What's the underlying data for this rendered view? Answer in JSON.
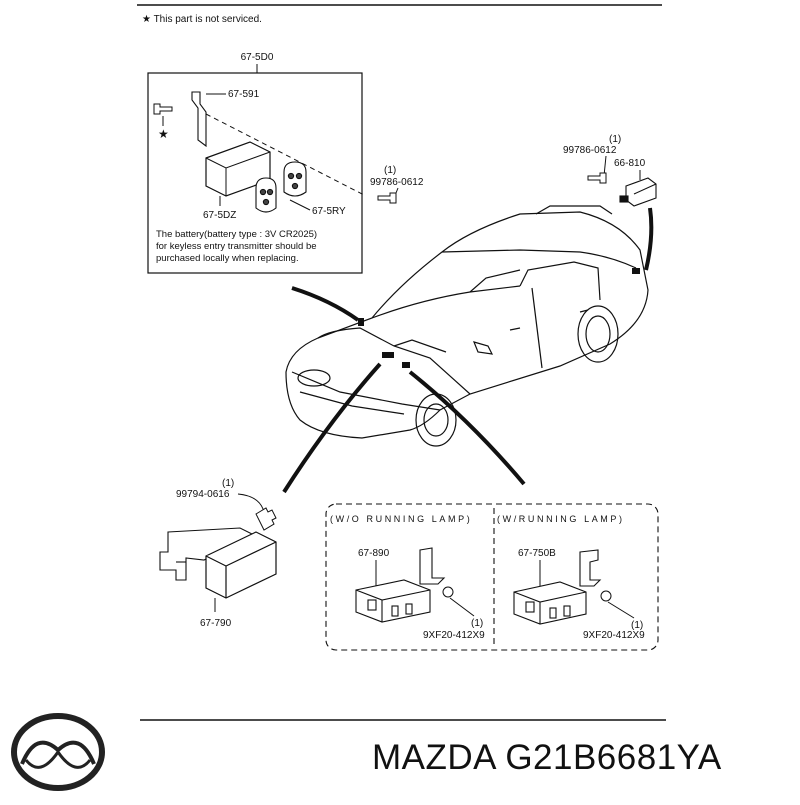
{
  "header": {
    "note": "★ This part is not serviced."
  },
  "keyless_box": {
    "title": "67-5D0",
    "parts": {
      "bracket": "67-591",
      "unit": "67-5DZ",
      "transmitter": "67-5RY",
      "bolt": "99786-0612",
      "bolt_qty": "(1)"
    },
    "note_lines": [
      "The battery(battery type : 3V CR2025)",
      "for keyless entry transmitter should be",
      "purchased locally when replacing."
    ]
  },
  "rear_relay": {
    "bolt": "99786-0612",
    "bolt_qty": "(1)",
    "relay": "66-810"
  },
  "front_unit": {
    "bolt": "99794-0616",
    "bolt_qty": "(1)",
    "unit": "67-790"
  },
  "variants": {
    "without_lamp": {
      "header": "(W/O RUNNING LAMP)",
      "unit": "67-890",
      "nut": "9XF20-412X9",
      "nut_qty": "(1)"
    },
    "with_lamp": {
      "header": "(W/RUNNING LAMP)",
      "unit": "67-750B",
      "nut": "9XF20-412X9",
      "nut_qty": "(1)"
    }
  },
  "footer": {
    "brand": "MAZDA",
    "part_number": "G21B6681YA",
    "logo_icon": "mazda-logo-icon"
  }
}
